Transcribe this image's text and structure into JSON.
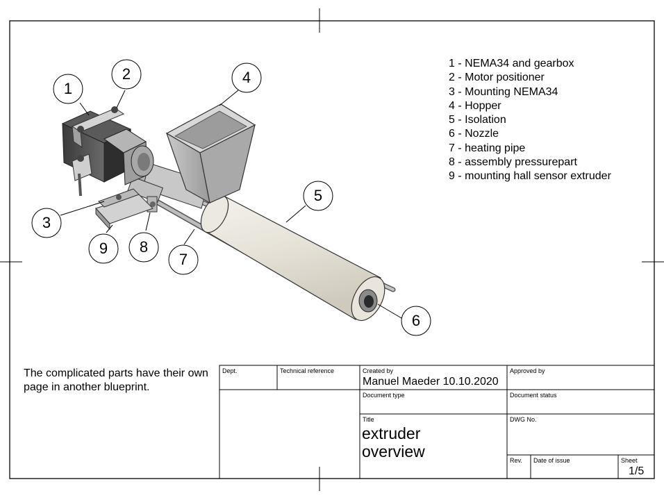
{
  "legend": [
    "1 - NEMA34 and gearbox",
    "2 - Motor positioner",
    "3 - Mounting NEMA34",
    "4 - Hopper",
    "5 - Isolation",
    "6 - Nozzle",
    "7 - heating pipe",
    "8 - assembly pressurepart",
    "9 - mounting hall sensor extruder"
  ],
  "note": "The complicated parts have their own page in another blueprint.",
  "callouts": [
    "1",
    "2",
    "3",
    "4",
    "5",
    "6",
    "7",
    "8",
    "9"
  ],
  "title_block": {
    "dept_label": "Dept.",
    "tech_ref_label": "Technical reference",
    "created_by_label": "Created by",
    "created_by_value": "Manuel Maeder 10.10.2020",
    "approved_by_label": "Approved by",
    "doc_type_label": "Document type",
    "doc_status_label": "Document status",
    "title_label": "Title",
    "title_line1": "extruder",
    "title_line2": "overview",
    "dwg_no_label": "DWG No.",
    "rev_label": "Rev.",
    "date_label": "Date of issue",
    "sheet_label": "Sheet",
    "sheet_value": "1/5"
  }
}
